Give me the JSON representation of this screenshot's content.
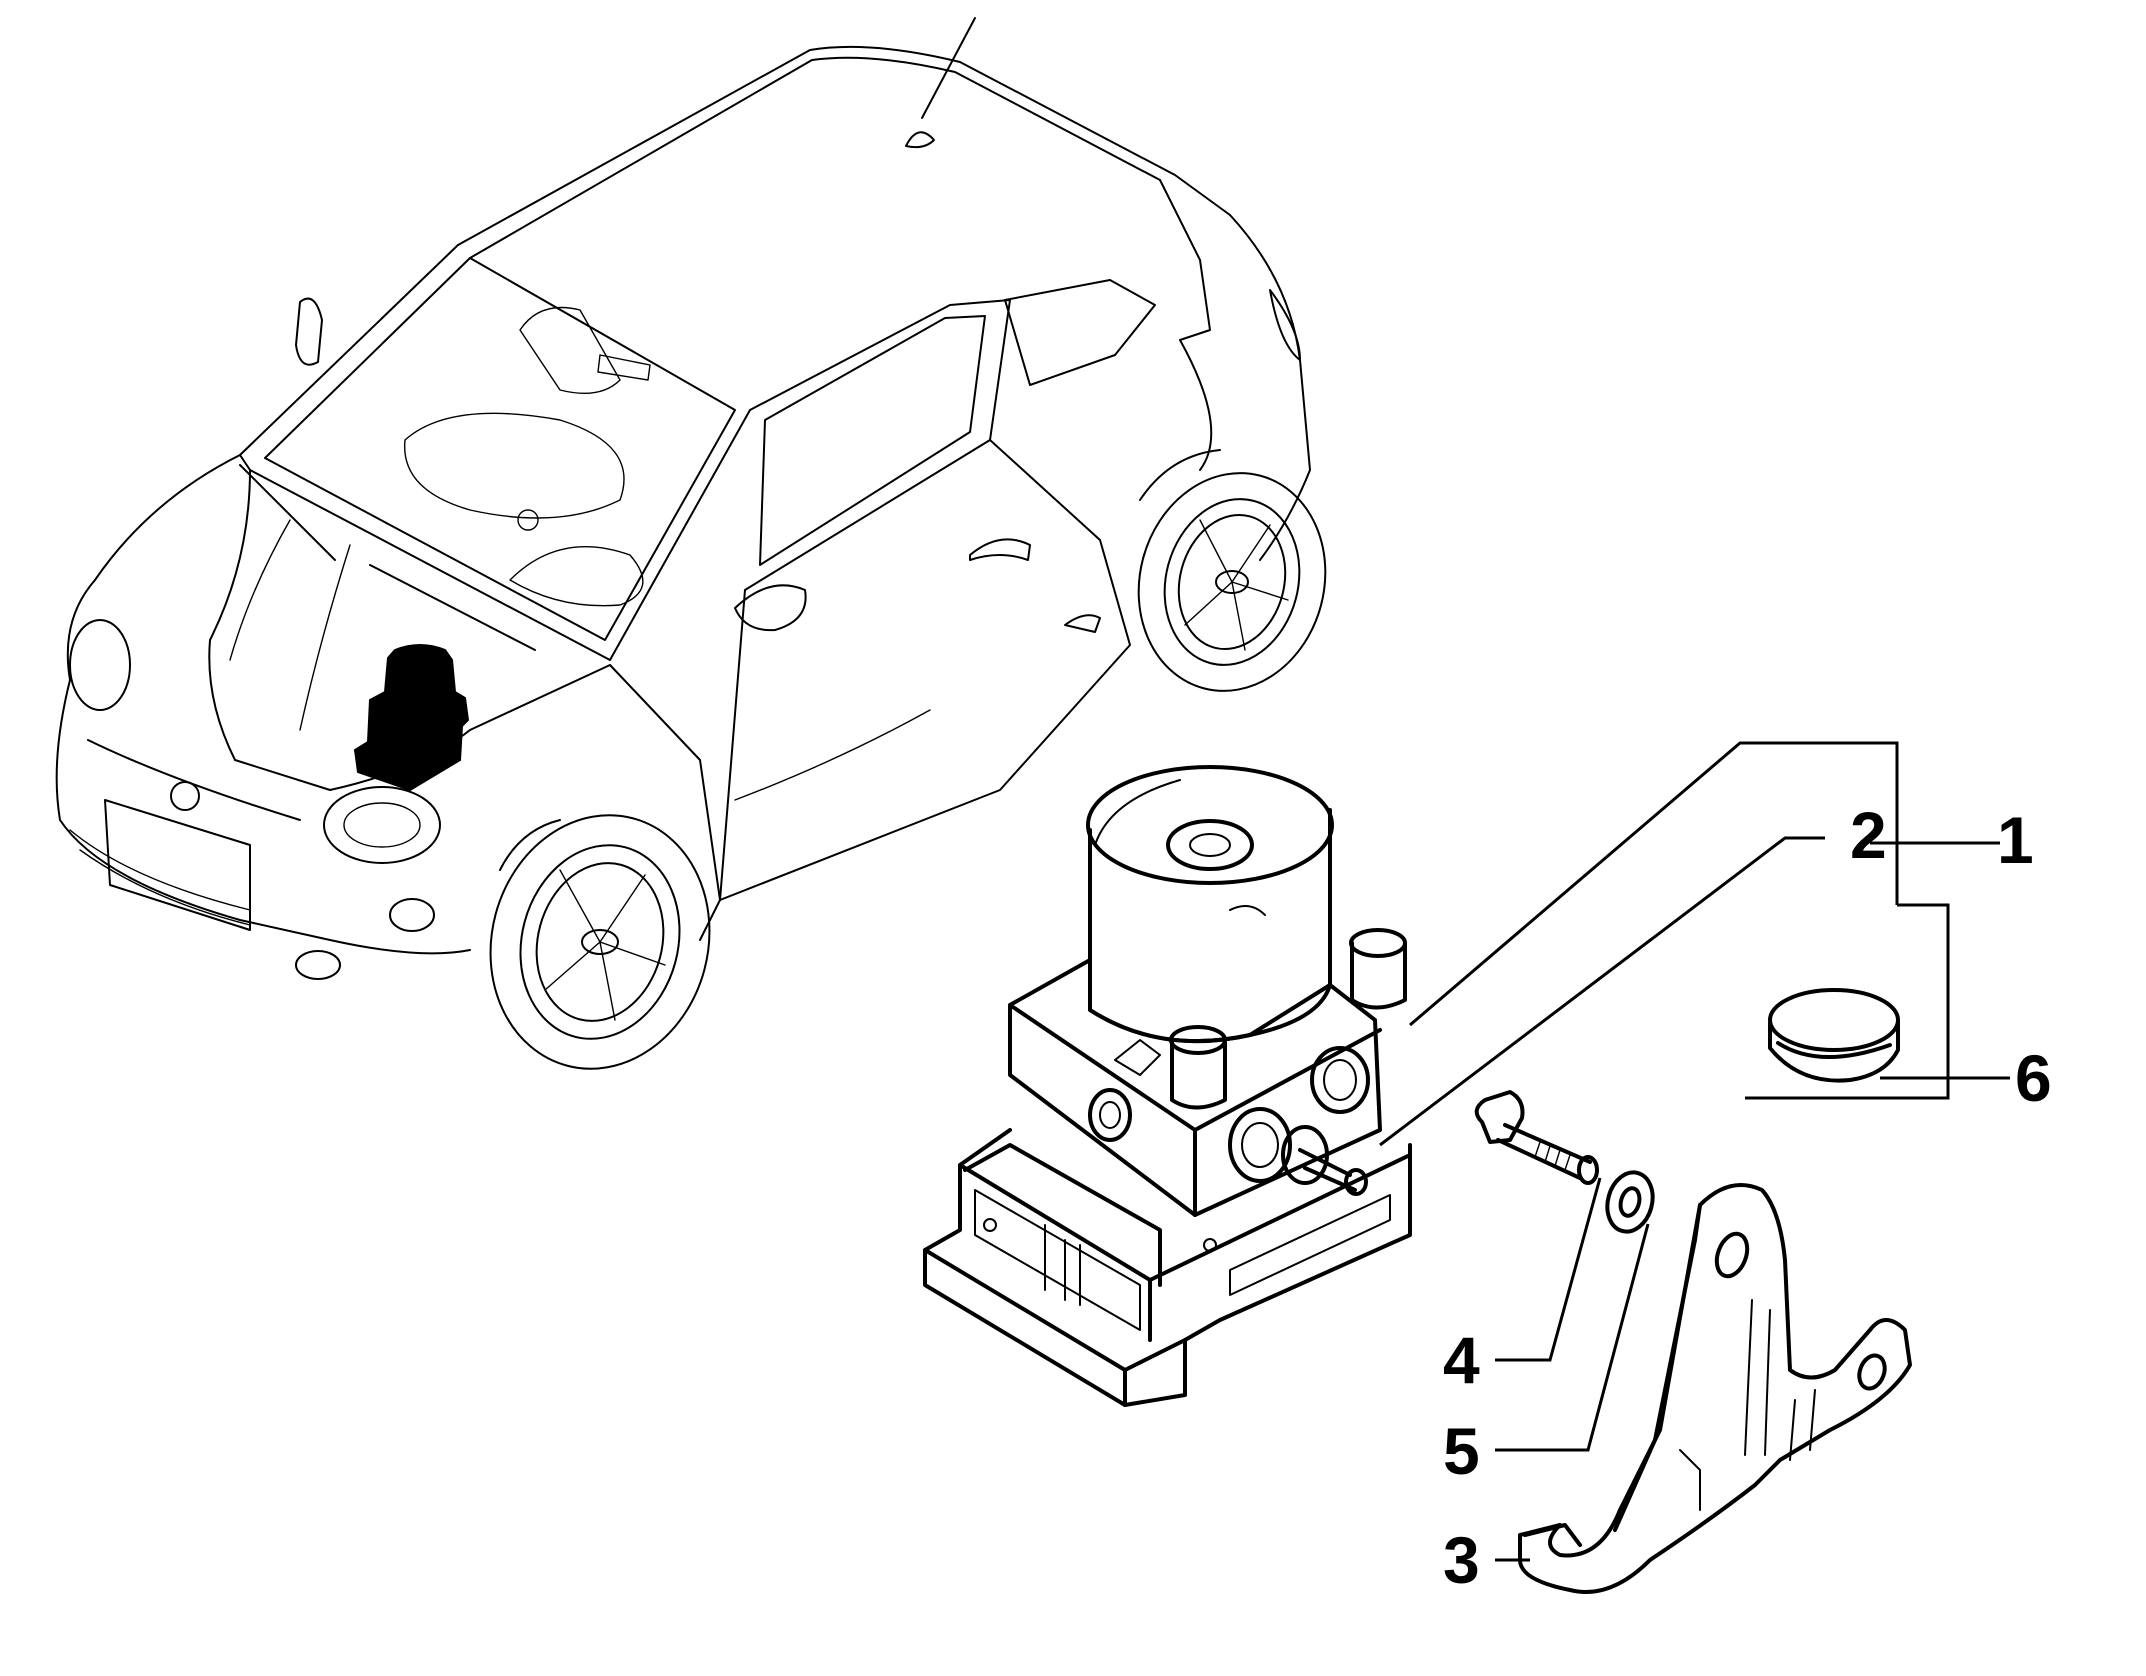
{
  "callouts": {
    "c1": "1",
    "c2": "2",
    "c3": "3",
    "c4": "4",
    "c5": "5",
    "c6": "6"
  },
  "colors": {
    "line": "#000000",
    "background": "#ffffff",
    "highlight": "#000000"
  }
}
